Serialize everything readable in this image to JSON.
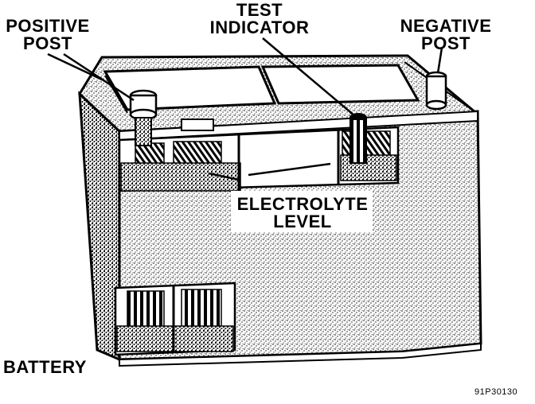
{
  "labels": {
    "positive_post": [
      "POSITIVE",
      "POST"
    ],
    "test_indicator": [
      "TEST",
      "INDICATOR"
    ],
    "negative_post": [
      "NEGATIVE",
      "POST"
    ],
    "electrolyte_level": [
      "ELECTROLYTE",
      "LEVEL"
    ],
    "battery": "BATTERY",
    "figure_id": "91P30130"
  },
  "colors": {
    "ink": "#000000",
    "paper": "#ffffff",
    "stipple": "#6d6d6d"
  }
}
